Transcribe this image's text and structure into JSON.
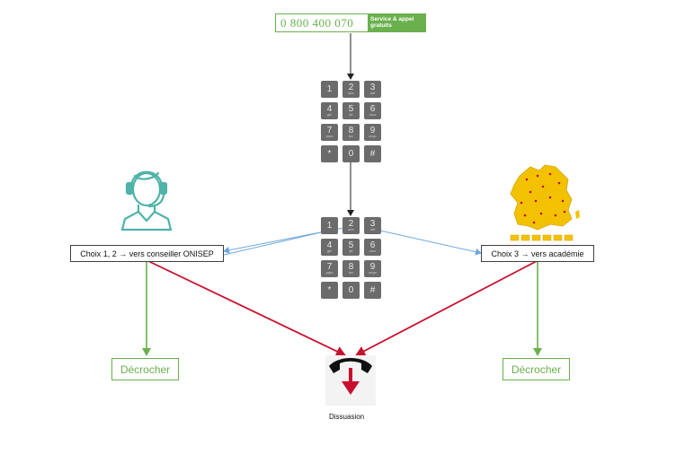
{
  "banner": {
    "phone_number": "0 800  400 070",
    "tag_text": "Service & appel gratuits"
  },
  "keypad_keys": [
    {
      "digit": "1",
      "letters": ""
    },
    {
      "digit": "2",
      "letters": "abc"
    },
    {
      "digit": "3",
      "letters": "def"
    },
    {
      "digit": "4",
      "letters": "ghi"
    },
    {
      "digit": "5",
      "letters": "jkl"
    },
    {
      "digit": "6",
      "letters": "mno"
    },
    {
      "digit": "7",
      "letters": "pqrs"
    },
    {
      "digit": "8",
      "letters": "tuv"
    },
    {
      "digit": "9",
      "letters": "wxyz"
    },
    {
      "digit": "*",
      "letters": ""
    },
    {
      "digit": "0",
      "letters": ""
    },
    {
      "digit": "#",
      "letters": ""
    }
  ],
  "left_choice": "Choix 1, 2 → vers conseiller ONISEP",
  "right_choice": "Choix 3  → vers académie",
  "left_pickup": "Décrocher",
  "right_pickup": "Décrocher",
  "dissuasion_label": "Dissuasion",
  "colors": {
    "green": "#6ab04c",
    "teal": "#4fb3a9",
    "red_arrow": "#c8102e",
    "blue_line": "#6fa8dc",
    "map_yellow": "#f2c200"
  },
  "icons": {
    "agent": "headset-agent-icon",
    "map": "france-map-icon",
    "hangup": "hang-up-phone-icon"
  }
}
